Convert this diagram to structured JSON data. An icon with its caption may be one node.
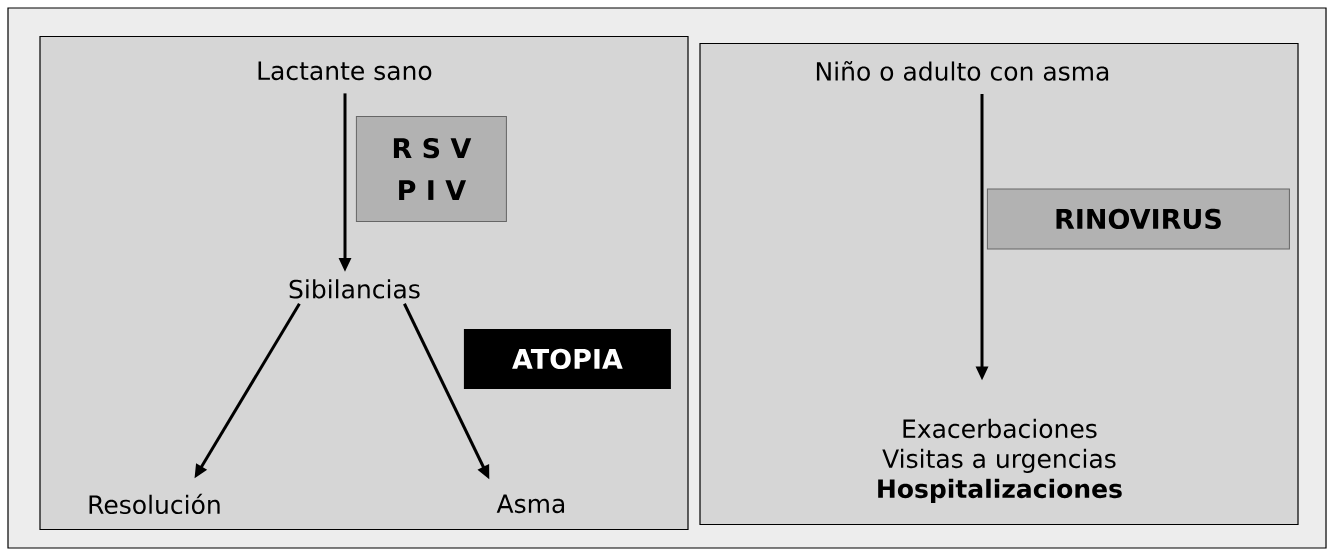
{
  "diagram": {
    "nodes": [
      {
        "text": [],
        "shape": "box"
      },
      {
        "text": [
          "Lactante sano"
        ],
        "in": 0
      },
      {
        "text": [
          "R S V",
          "P I V"
        ],
        "in": 0
      },
      {
        "text": [
          "Sibilancias"
        ],
        "in": 0
      },
      {
        "text": [
          "Resolución"
        ],
        "in": 0
      },
      {
        "text": [
          "Asma"
        ],
        "in": 0
      },
      {
        "text": [
          "ATOPIA"
        ],
        "in": 0
      },
      {
        "text": [],
        "shape": "box"
      },
      {
        "text": [
          "Niño o adulto con asma"
        ],
        "in": 7
      },
      {
        "text": [
          "RINOVIRUS"
        ],
        "in": 7
      },
      {
        "text": [
          "Exacerbaciones",
          "Visitas a urgencias",
          "Hospitalizaciones"
        ],
        "in": 7
      }
    ],
    "edges": [
      {
        "from": 1,
        "to": 3,
        "arrow": "to"
      },
      {
        "from": 3,
        "to": 4,
        "arrow": "to"
      },
      {
        "from": 3,
        "to": 5,
        "arrow": "to"
      },
      {
        "from": 8,
        "to": 10,
        "arrow": "to"
      }
    ]
  }
}
